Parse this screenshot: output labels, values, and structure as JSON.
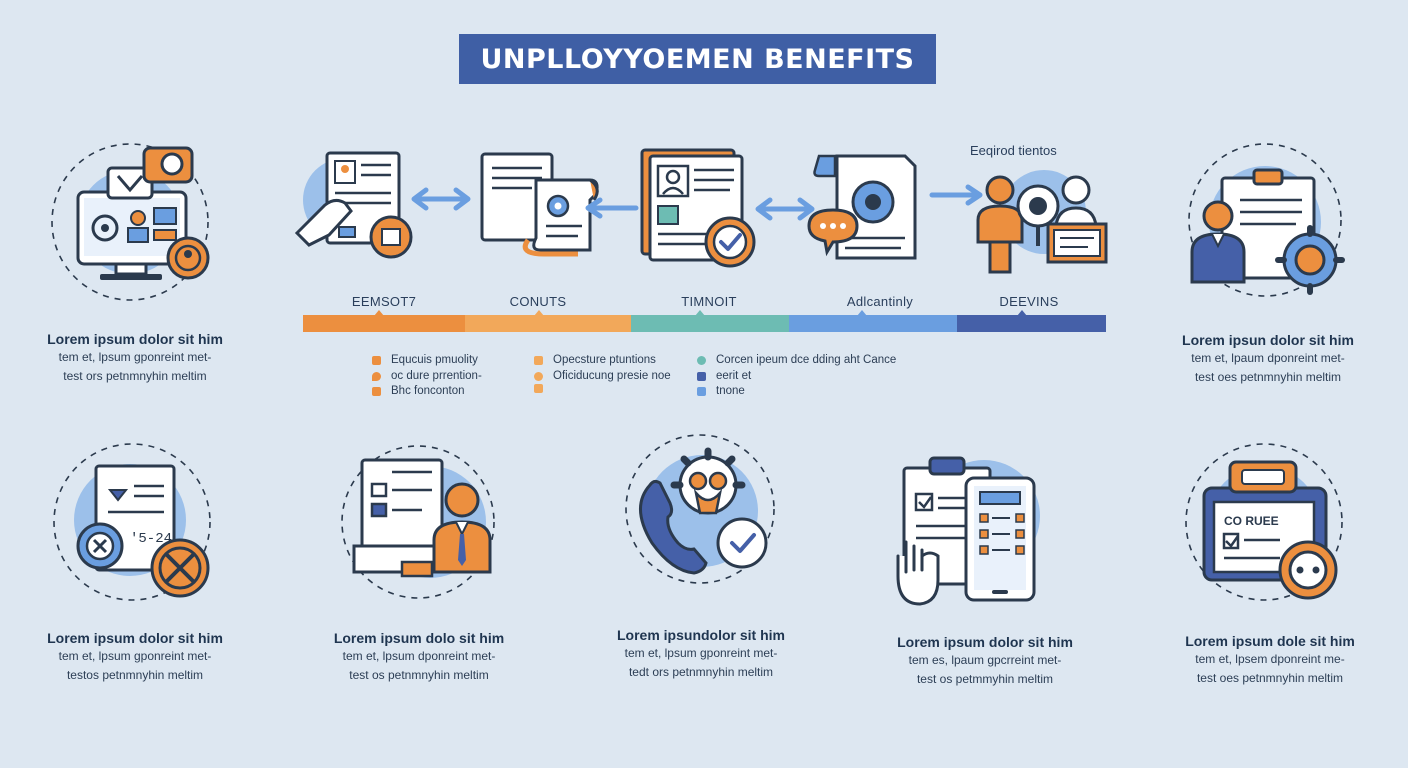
{
  "title": "UNPLLOYYOEMEN BENEFITS",
  "colors": {
    "navy": "#3f5fa5",
    "orange": "#ec8f3f",
    "light_orange": "#f2a85a",
    "teal": "#6dbcb3",
    "blue": "#6a9ee0",
    "deep_blue": "#4560a8",
    "circle": "#9cc0ea",
    "background": "#dde7f1"
  },
  "process": {
    "top_label": "Eeqirod tientos",
    "stages": [
      {
        "label": "EEMSOT7",
        "color": "#ec8f3f"
      },
      {
        "label": "CONUTS",
        "color": "#f2a85a"
      },
      {
        "label": "TIMNOIT",
        "color": "#6dbcb3"
      },
      {
        "label": "Adlcantinly",
        "color": "#6a9ee0"
      },
      {
        "label": "DEEVINS",
        "color": "#4560a8"
      }
    ],
    "notes": [
      {
        "lines": [
          "Equcuis pmuolity",
          "oc dure prrention-",
          "Bhc fonconton"
        ]
      },
      {
        "lines": [
          "Opecsture ptuntions",
          "Oficiducung presie noe"
        ]
      },
      {
        "lines": [
          "Corcen ipeum dce dding aht Cance",
          "eerit et",
          "tnone"
        ]
      }
    ]
  },
  "cards_top": [
    {
      "heading": "Lorem ipsum dolor sit him",
      "line1": "tem et, lpsum gponreint met-",
      "line2": "test ors petnmnyhin meltim",
      "icon": "computer-monitor-icon"
    },
    {
      "heading": "Lorem ipsun dolor sit him",
      "line1": "tem et, lpaum dponreint met-",
      "line2": "test oes petnmnyhin meltim",
      "icon": "manager-gear-icon"
    }
  ],
  "cards_bottom": [
    {
      "heading": "Lorem ipsum dolor sit him",
      "line1": "tem et, lpsum gponreint met-",
      "line2": "testos petnmnyhin meltim",
      "icon": "denied-document-icon"
    },
    {
      "heading": "Lorem ipsum dolo sit him",
      "line1": "tem et, lpsum dponreint met-",
      "line2": "test os petnmnyhin meltim",
      "icon": "applicant-resume-icon"
    },
    {
      "heading": "Lorem ipsundolor sit him",
      "line1": "tem et, lpsum gponreint met-",
      "line2": "tedt ors petnmnyhin meltim",
      "icon": "phone-support-icon"
    },
    {
      "heading": "Lorem ipsum dolor sit him",
      "line1": "tem es, lpaum gpcrreint met-",
      "line2": "test os petmmyhin meltim",
      "icon": "checklist-tablet-icon"
    },
    {
      "heading": "Lorem ipsum dole sit him",
      "line1": "tem et, lpsem dponreint me-",
      "line2": "test oes petnmnyhin meltim",
      "icon": "clipboard-clock-icon"
    }
  ],
  "icon_texts": {
    "doc_number": "'5-24",
    "board_label": "CO RUEE"
  }
}
